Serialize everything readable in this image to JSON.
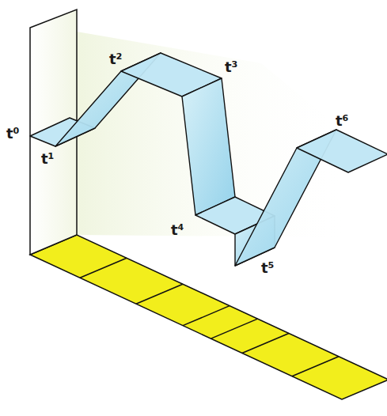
{
  "diagram": {
    "labels": [
      "t⁰",
      "t¹",
      "t²",
      "t³",
      "t⁴",
      "t⁵",
      "t⁶"
    ]
  }
}
